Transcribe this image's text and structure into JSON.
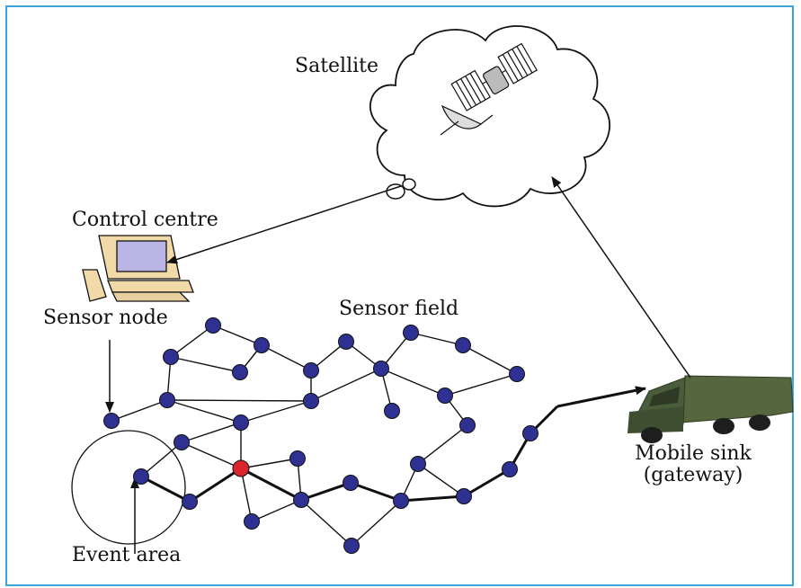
{
  "labels": {
    "satellite": "Satellite",
    "control_centre": "Control centre",
    "sensor_node": "Sensor node",
    "sensor_field": "Sensor field",
    "mobile_sink_line1": "Mobile sink",
    "mobile_sink_line2": "(gateway)",
    "event_area": "Event area"
  },
  "colors": {
    "frame": "#3aa7dc",
    "node": "#2e3192",
    "event_node": "#d8262c",
    "truck": "#4a5d3a"
  },
  "icons": [
    "cloud-icon",
    "satellite-icon",
    "computer-icon",
    "truck-icon"
  ]
}
